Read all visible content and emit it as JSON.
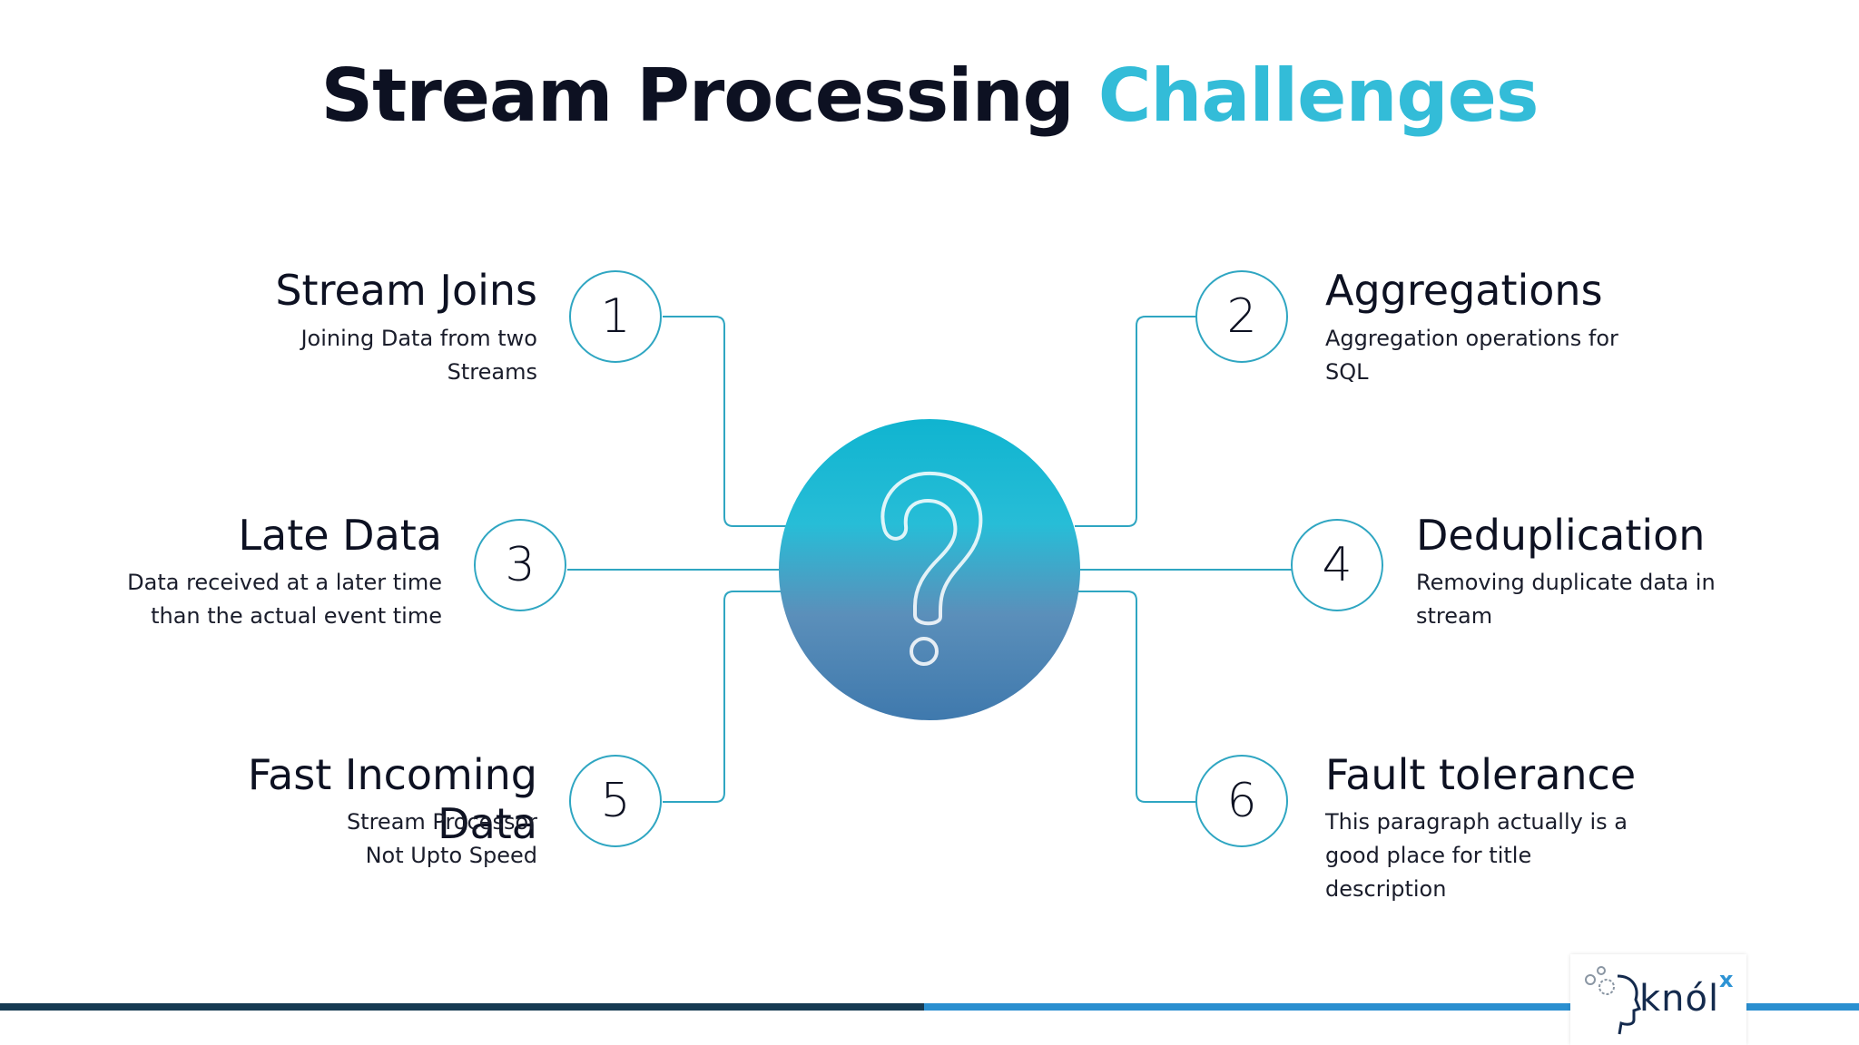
{
  "title": {
    "part1": "Stream Processing",
    "part2": "Challenges"
  },
  "items": [
    {
      "number": "1",
      "title": "Stream Joins",
      "desc_line1": "Joining Data from two",
      "desc_line2": "Streams",
      "desc_line3": ""
    },
    {
      "number": "2",
      "title": "Aggregations",
      "desc_line1": "Aggregation operations for",
      "desc_line2": "SQL",
      "desc_line3": ""
    },
    {
      "number": "3",
      "title": "Late Data",
      "desc_line1": "Data received at a later time",
      "desc_line2": "than the actual event time",
      "desc_line3": ""
    },
    {
      "number": "4",
      "title": "Deduplication",
      "desc_line1": "Removing duplicate data in",
      "desc_line2": "stream",
      "desc_line3": ""
    },
    {
      "number": "5",
      "title": "Fast Incoming",
      "title_line2": "Data",
      "desc_line1": "Stream Processor",
      "desc_line2": "Not Upto Speed",
      "desc_line3": ""
    },
    {
      "number": "6",
      "title": "Fault tolerance",
      "desc_line1": "This paragraph actually is a",
      "desc_line2": "good place for title",
      "desc_line3": "description"
    }
  ],
  "center": {
    "symbol": "?"
  },
  "logo": {
    "text": "knól",
    "superscript": "x"
  },
  "colors": {
    "accent": "#33bcd8",
    "line": "#2fa6c2",
    "bar_dark": "#163a52",
    "bar_blue": "#2a8fd0"
  }
}
